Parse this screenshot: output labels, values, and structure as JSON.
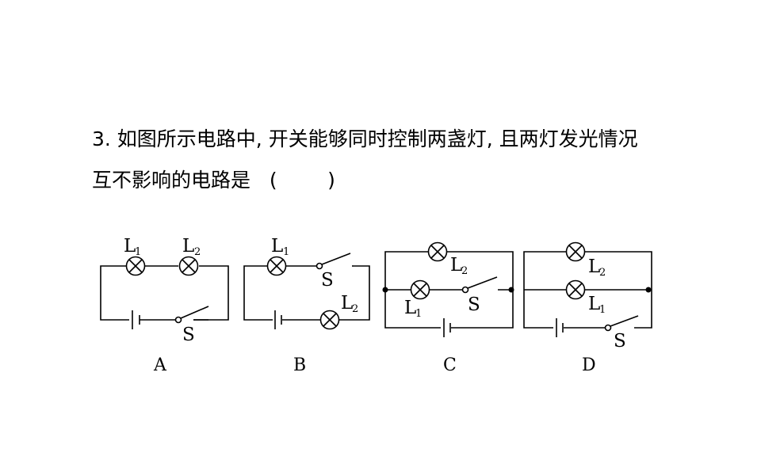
{
  "question": {
    "line1": "3. 如图所示电路中, 开关能够同时控制两盏灯, 且两灯发光情况",
    "line2": "互不影响的电路是   (        )"
  },
  "labels": {
    "lamp": "L",
    "switch": "S",
    "sub1": "1",
    "sub2": "2"
  },
  "options": [
    "A",
    "B",
    "C",
    "D"
  ]
}
